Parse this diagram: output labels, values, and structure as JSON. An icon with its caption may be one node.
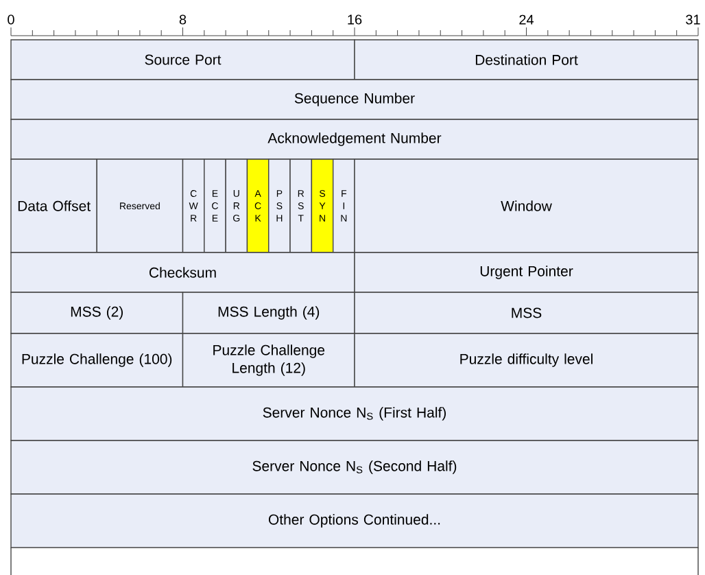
{
  "diagram": {
    "nodes": [
      {
        "text": [
          "Source Port"
        ]
      },
      {
        "text": [
          "Destination Port"
        ]
      },
      {
        "text": [
          "Sequence Number"
        ]
      },
      {
        "text": [
          "Acknowledgement Number"
        ]
      },
      {
        "text": [
          "Data Offset"
        ]
      },
      {
        "text": [
          "Reserved"
        ]
      },
      {
        "text": [
          "C W R"
        ]
      },
      {
        "text": [
          "E C E"
        ]
      },
      {
        "text": [
          "U R G"
        ]
      },
      {
        "text": [
          "A C K"
        ]
      },
      {
        "text": [
          "P S H"
        ]
      },
      {
        "text": [
          "R S T"
        ]
      },
      {
        "text": [
          "S Y N"
        ]
      },
      {
        "text": [
          "F I N"
        ]
      },
      {
        "text": [
          "Window"
        ]
      },
      {
        "text": [
          "Checksum"
        ]
      },
      {
        "text": [
          "Urgent Pointer"
        ]
      },
      {
        "text": [
          "MSS (2)"
        ]
      },
      {
        "text": [
          "MSS Length (4)"
        ]
      },
      {
        "text": [
          "MSS"
        ]
      },
      {
        "text": [
          "Puzzle Challenge (100)"
        ]
      },
      {
        "text": [
          "Puzzle Challenge Length (12)"
        ]
      },
      {
        "text": [
          "Puzzle difficulty level"
        ]
      },
      {
        "text": [
          "Server Nonce N$_{S}$ (First Half)"
        ]
      },
      {
        "text": [
          "Server Nonce N$_{S}$ (Second Half)"
        ]
      },
      {
        "text": [
          "Other Options Continued..."
        ]
      }
    ],
    "labels": [
      "0",
      "8",
      "16",
      "24",
      "31"
    ]
  }
}
